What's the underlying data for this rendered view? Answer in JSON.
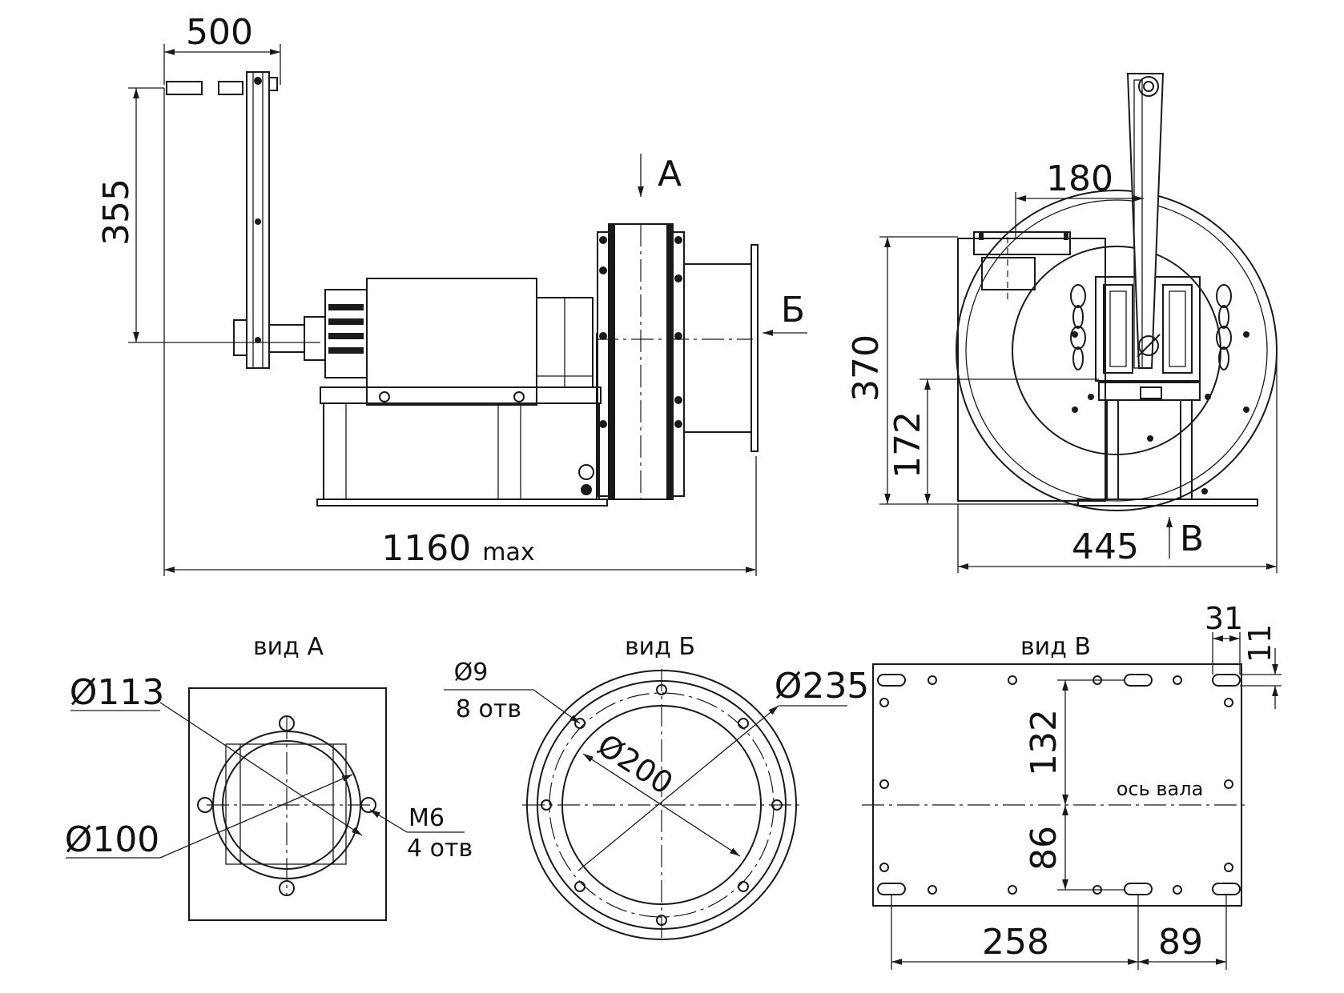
{
  "dimensions": {
    "side_width": "500",
    "side_height": "355",
    "total_length": "1160",
    "total_length_suffix": "max",
    "front_offset": "180",
    "front_height": "370",
    "axis_height": "172",
    "front_width": "445",
    "v_slot_w": "31",
    "v_slot_h": "11",
    "v_upper": "132",
    "v_lower": "86",
    "v_span1": "258",
    "v_span2": "89"
  },
  "view_markers": {
    "a": "А",
    "b": "Б",
    "v": "В"
  },
  "view_titles": {
    "a": "вид А",
    "b": "вид Б",
    "v": "вид В"
  },
  "view_a": {
    "d_outer": "Ø113",
    "d_inner": "Ø100",
    "thread": "М6",
    "thread_count": "4 отв"
  },
  "view_b": {
    "hole_d": "Ø9",
    "hole_count": "8 отв",
    "bolt_circle": "Ø200",
    "flange_d": "Ø235"
  },
  "view_v": {
    "axis_label": "ось вала"
  }
}
